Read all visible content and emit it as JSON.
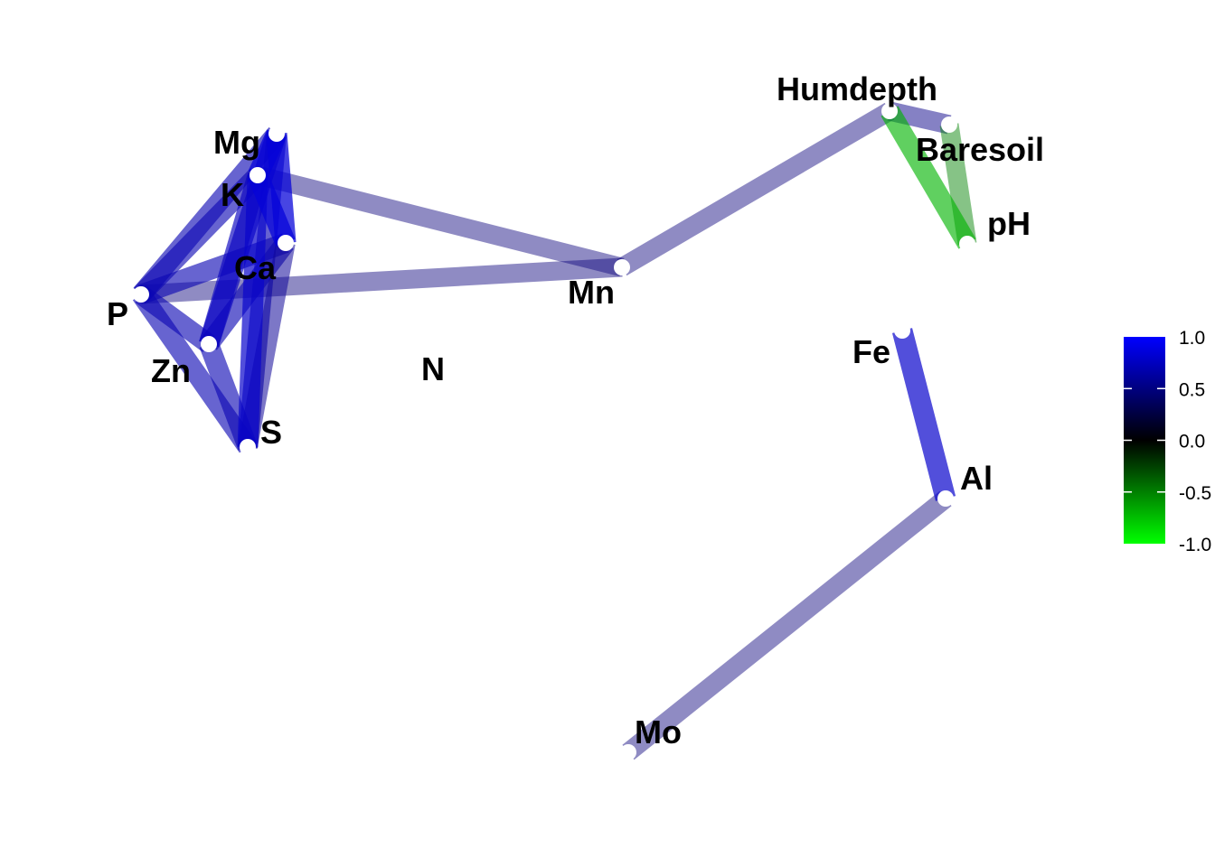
{
  "chart_data": {
    "type": "network",
    "title": "",
    "nodes": [
      "Mg",
      "K",
      "Ca",
      "P",
      "Zn",
      "S",
      "N",
      "Mn",
      "Humdepth",
      "Baresoil",
      "pH",
      "Fe",
      "Al",
      "Mo"
    ],
    "edges": [
      {
        "from": "P",
        "to": "Mn",
        "r": 0.5
      },
      {
        "from": "K",
        "to": "Mn",
        "r": 0.5
      },
      {
        "from": "Mn",
        "to": "Humdepth",
        "r": 0.5
      },
      {
        "from": "Al",
        "to": "Mo",
        "r": 0.5
      },
      {
        "from": "Humdepth",
        "to": "Baresoil",
        "r": 0.55
      },
      {
        "from": "Baresoil",
        "to": "pH",
        "r": -0.5
      },
      {
        "from": "Humdepth",
        "to": "pH",
        "r": -0.7
      },
      {
        "from": "Mg",
        "to": "P",
        "r": 0.7
      },
      {
        "from": "K",
        "to": "P",
        "r": 0.7
      },
      {
        "from": "Ca",
        "to": "P",
        "r": 0.7
      },
      {
        "from": "Ca",
        "to": "Zn",
        "r": 0.7
      },
      {
        "from": "Mg",
        "to": "S",
        "r": 0.7
      },
      {
        "from": "Ca",
        "to": "S",
        "r": 0.6
      },
      {
        "from": "P",
        "to": "Zn",
        "r": 0.7
      },
      {
        "from": "P",
        "to": "S",
        "r": 0.7
      },
      {
        "from": "Zn",
        "to": "S",
        "r": 0.7
      },
      {
        "from": "K",
        "to": "Zn",
        "r": 0.75
      },
      {
        "from": "Mg",
        "to": "Zn",
        "r": 0.75
      },
      {
        "from": "K",
        "to": "S",
        "r": 0.8
      },
      {
        "from": "Mg",
        "to": "K",
        "r": 0.85
      },
      {
        "from": "K",
        "to": "Ca",
        "r": 0.85
      },
      {
        "from": "Mg",
        "to": "Ca",
        "r": 0.85
      },
      {
        "from": "Fe",
        "to": "Al",
        "r": 0.8
      }
    ],
    "legend": {
      "position": "right",
      "range": [
        -1.0,
        1.0
      ],
      "ticks": [
        "1.0",
        "0.5",
        "0.0",
        "-0.5",
        "-1.0"
      ],
      "colors": {
        "positive": "#0000ff",
        "zero": "#000000",
        "negative": "#00ff00"
      }
    }
  }
}
